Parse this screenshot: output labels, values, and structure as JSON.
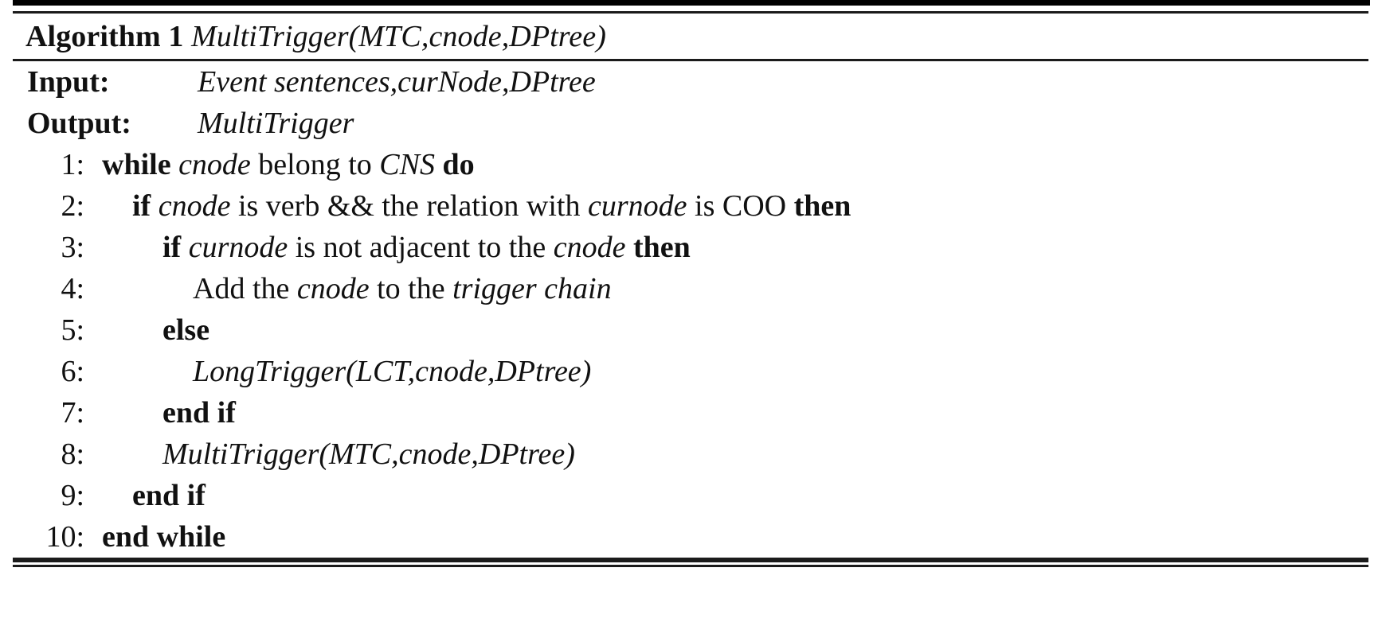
{
  "figure": {
    "kind": "algorithm-pseudocode-block",
    "top_clipped_text": "",
    "title": {
      "keyword": "Algorithm",
      "number": "1",
      "signature": "MultiTrigger(MTC,cnode,DPtree)"
    },
    "io": [
      {
        "label": "Input:",
        "value": "Event sentences,curNode,DPtree"
      },
      {
        "label": "Output:",
        "value": "MultiTrigger"
      }
    ],
    "lines": [
      {
        "no": "1:",
        "indent": 0,
        "tokens": [
          {
            "t": "while",
            "s": "kw"
          },
          {
            "t": " ",
            "s": "plain"
          },
          {
            "t": "cnode",
            "s": "var"
          },
          {
            "t": " belong to ",
            "s": "plain"
          },
          {
            "t": "CNS",
            "s": "var"
          },
          {
            "t": " ",
            "s": "plain"
          },
          {
            "t": "do",
            "s": "kw"
          }
        ]
      },
      {
        "no": "2:",
        "indent": 1,
        "tokens": [
          {
            "t": "if",
            "s": "kw"
          },
          {
            "t": " ",
            "s": "plain"
          },
          {
            "t": "cnode",
            "s": "var"
          },
          {
            "t": " is verb && the relation with ",
            "s": "plain"
          },
          {
            "t": "curnode",
            "s": "var"
          },
          {
            "t": " is COO ",
            "s": "plain"
          },
          {
            "t": "then",
            "s": "kw"
          }
        ]
      },
      {
        "no": "3:",
        "indent": 2,
        "tokens": [
          {
            "t": "if",
            "s": "kw"
          },
          {
            "t": " ",
            "s": "plain"
          },
          {
            "t": "curnode",
            "s": "var"
          },
          {
            "t": " is not adjacent to the ",
            "s": "plain"
          },
          {
            "t": "cnode",
            "s": "var"
          },
          {
            "t": " ",
            "s": "plain"
          },
          {
            "t": "then",
            "s": "kw"
          }
        ]
      },
      {
        "no": "4:",
        "indent": 3,
        "tokens": [
          {
            "t": "Add the ",
            "s": "plain"
          },
          {
            "t": "cnode",
            "s": "var"
          },
          {
            "t": " to the ",
            "s": "plain"
          },
          {
            "t": "trigger chain",
            "s": "var"
          }
        ]
      },
      {
        "no": "5:",
        "indent": 2,
        "tokens": [
          {
            "t": "else",
            "s": "kw"
          }
        ]
      },
      {
        "no": "6:",
        "indent": 3,
        "tokens": [
          {
            "t": "LongTrigger(LCT,cnode,DPtree)",
            "s": "call"
          }
        ]
      },
      {
        "no": "7:",
        "indent": 2,
        "tokens": [
          {
            "t": "end if",
            "s": "kw"
          }
        ]
      },
      {
        "no": "8:",
        "indent": 2,
        "tokens": [
          {
            "t": "MultiTrigger(MTC,cnode,DPtree)",
            "s": "call"
          }
        ]
      },
      {
        "no": "9:",
        "indent": 1,
        "tokens": [
          {
            "t": "end if",
            "s": "kw"
          }
        ]
      },
      {
        "no": "10:",
        "indent": 0,
        "tokens": [
          {
            "t": "end while",
            "s": "kw"
          }
        ]
      }
    ]
  },
  "colors": {
    "text": "#111111",
    "rule": "#1b1b1b",
    "background": "#ffffff"
  }
}
